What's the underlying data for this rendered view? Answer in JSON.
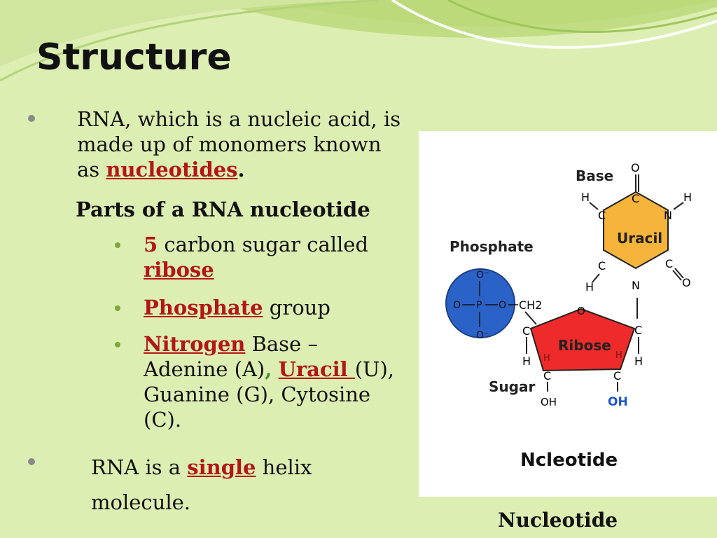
{
  "slide": {
    "title": "Structure",
    "bullet1": {
      "line1": "RNA, which is a nucleic acid, is",
      "line2": "made up of monomers known",
      "line3_prefix": "as ",
      "line3_highlight": "nucleotides",
      "line3_suffix": "."
    },
    "parts_heading": "Parts of a RNA nucleotide",
    "sub1": {
      "num": "5",
      "text": " carbon sugar called",
      "highlight": "ribose"
    },
    "sub2": {
      "highlight": "Phosphate",
      "text": " group"
    },
    "sub3": {
      "highlight": "Nitrogen",
      "text1": " Base –",
      "adenine": "Adenine (A)",
      "comma_green": ",",
      "uracil": "Uracil ",
      "u": "(U),",
      "line3": "Guanine (G), Cytosine",
      "line4": "(C)."
    },
    "bullet2": {
      "prefix": "RNA is a ",
      "highlight": "single",
      "suffix": " helix",
      "line2": "molecule."
    },
    "caption": "Nucleotide"
  },
  "figure": {
    "base_label": "Base",
    "phosphate_label": "Phosphate",
    "sugar_label": "Sugar",
    "uracil_label": "Uracil",
    "ribose_label": "Ribose",
    "title": "Ncleotide",
    "atoms": {
      "O": "O",
      "C": "C",
      "N": "N",
      "H": "H",
      "P": "P",
      "ch2": "CH2",
      "oh": "OH",
      "o_minus": "O⁻"
    },
    "colors": {
      "phosphate": "#2a62c8",
      "uracil": "#f6b43a",
      "ribose": "#ee2a2a",
      "oh_blue": "#1a56c9"
    }
  }
}
